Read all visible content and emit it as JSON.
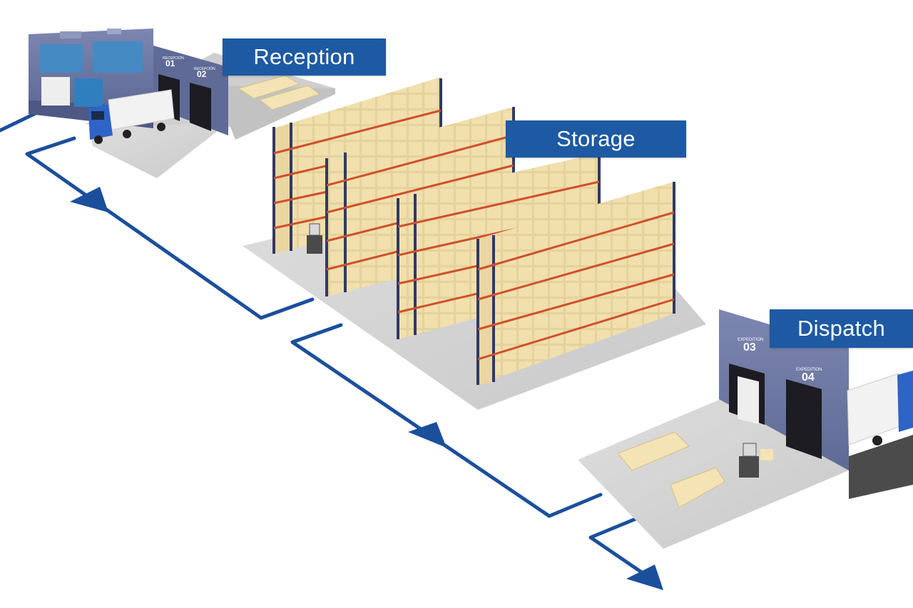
{
  "stages": [
    {
      "id": "reception",
      "label": "Reception"
    },
    {
      "id": "storage",
      "label": "Storage"
    },
    {
      "id": "dispatch",
      "label": "Dispatch"
    }
  ],
  "docks": {
    "reception": [
      {
        "caption": "RECEPCIÓN",
        "number": "01"
      },
      {
        "caption": "RECEPCIÓN",
        "number": "02"
      }
    ],
    "dispatch": [
      {
        "caption": "EXPEDITION",
        "number": "03"
      },
      {
        "caption": "EXPEDITION",
        "number": "04"
      }
    ]
  },
  "colors": {
    "label_bg": "#1d5aa3",
    "flow_line": "#1b4f9c",
    "floor": "#d6d6d6",
    "rack_upright": "#2f3a66",
    "rack_beam": "#d0502a",
    "box": "#f3e3b5"
  }
}
